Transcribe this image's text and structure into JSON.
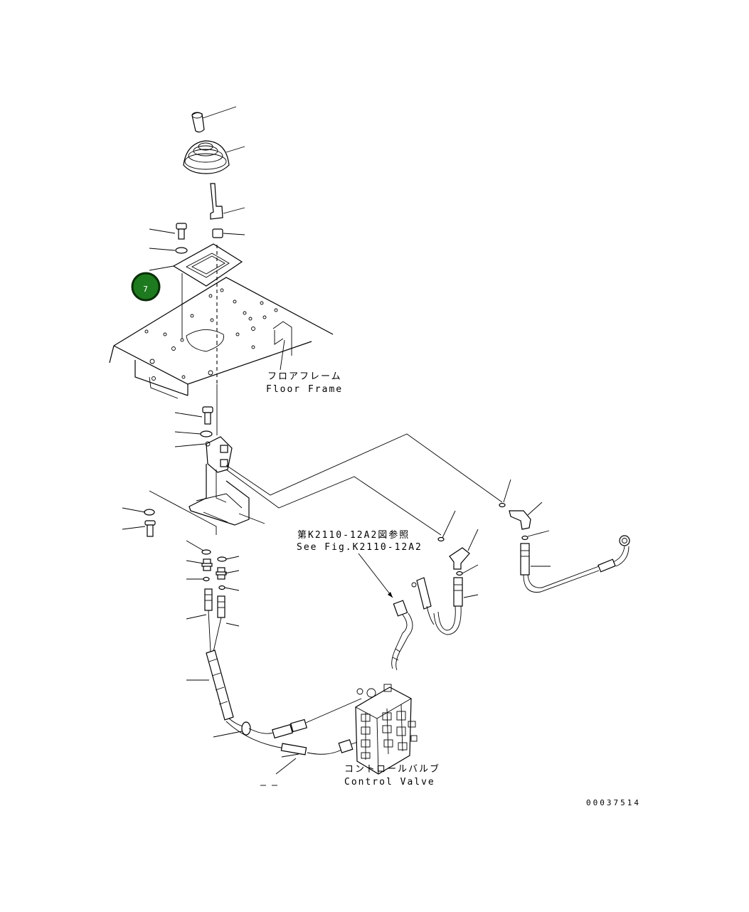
{
  "labels": {
    "floor_frame_jp": "フロアフレーム",
    "floor_frame_en": "Floor Frame",
    "see_fig_jp": "第K2110-12A2図参照",
    "see_fig_en": "See Fig.K2110-12A2",
    "control_valve_jp": "コントロールバルブ",
    "control_valve_en": "Control Valve",
    "drawing_number": "00037514"
  },
  "callout": {
    "number": "7",
    "color": "#1e7a1e",
    "border_color": "#0a2e0a"
  }
}
